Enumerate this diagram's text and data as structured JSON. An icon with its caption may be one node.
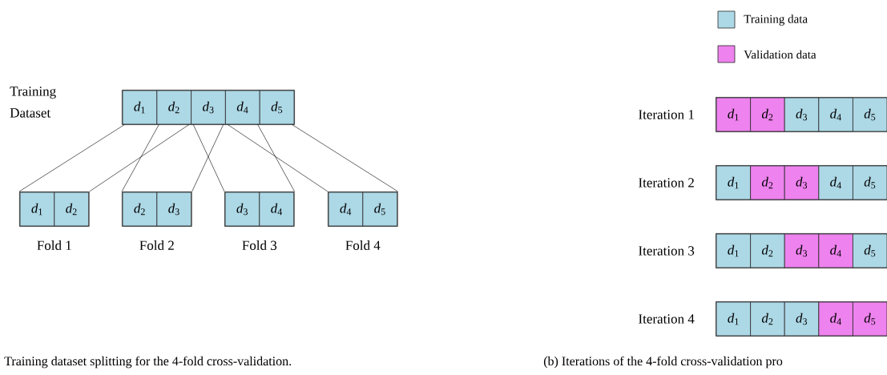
{
  "diagram": {
    "nodes": [
      {
        "text": [
          "Training Dataset"
        ]
      },
      {
        "text": [
          "*d*$_{1}$"
        ],
        "in": 0
      },
      {
        "text": [
          "*d*$_{2}$"
        ],
        "in": 0
      },
      {
        "text": [
          "*d*$_{3}$"
        ],
        "in": 0
      },
      {
        "text": [
          "*d*$_{4}$"
        ],
        "in": 0
      },
      {
        "text": [
          "*d*$_{5}$"
        ],
        "in": 0
      },
      {
        "text": [
          "Fold 1"
        ]
      },
      {
        "text": [
          "*d*$_{1}$"
        ],
        "in": 6
      },
      {
        "text": [
          "*d*$_{2}$"
        ],
        "in": 6
      },
      {
        "text": [
          "Fold 2"
        ]
      },
      {
        "text": [
          "*d*$_{2}$"
        ],
        "in": 9
      },
      {
        "text": [
          "*d*$_{3}$"
        ],
        "in": 9
      },
      {
        "text": [
          "Fold 3"
        ]
      },
      {
        "text": [
          "*d*$_{3}$"
        ],
        "in": 12
      },
      {
        "text": [
          "*d*$_{4}$"
        ],
        "in": 12
      },
      {
        "text": [
          "Fold 4"
        ]
      },
      {
        "text": [
          "*d*$_{4}$"
        ],
        "in": 15
      },
      {
        "text": [
          "*d*$_{5}$"
        ],
        "in": 15
      },
      {
        "text": [
          "Iteration 1"
        ]
      },
      {
        "text": [
          "*d*$_{1}$"
        ],
        "in": 18
      },
      {
        "text": [
          "*d*$_{2}$"
        ],
        "in": 18
      },
      {
        "text": [
          "*d*$_{3}$"
        ],
        "in": 18
      },
      {
        "text": [
          "*d*$_{4}$"
        ],
        "in": 18
      },
      {
        "text": [
          "*d*$_{5}$"
        ],
        "in": 18
      },
      {
        "text": [
          "Iteration 2"
        ]
      },
      {
        "text": [
          "*d*$_{1}$"
        ],
        "in": 24
      },
      {
        "text": [
          "*d*$_{2}$"
        ],
        "in": 24
      },
      {
        "text": [
          "*d*$_{3}$"
        ],
        "in": 24
      },
      {
        "text": [
          "*d*$_{4}$"
        ],
        "in": 24
      },
      {
        "text": [
          "*d*$_{5}$"
        ],
        "in": 24
      },
      {
        "text": [
          "Iteration 3"
        ]
      },
      {
        "text": [
          "*d*$_{1}$"
        ],
        "in": 30
      },
      {
        "text": [
          "*d*$_{2}$"
        ],
        "in": 30
      },
      {
        "text": [
          "*d*$_{3}$"
        ],
        "in": 30
      },
      {
        "text": [
          "*d*$_{4}$"
        ],
        "in": 30
      },
      {
        "text": [
          "*d*$_{5}$"
        ],
        "in": 30
      },
      {
        "text": [
          "Iteration 4"
        ]
      },
      {
        "text": [
          "*d*$_{1}$"
        ],
        "in": 36
      },
      {
        "text": [
          "*d*$_{2}$"
        ],
        "in": 36
      },
      {
        "text": [
          "*d*$_{3}$"
        ],
        "in": 36
      },
      {
        "text": [
          "*d*$_{4}$"
        ],
        "in": 36
      },
      {
        "text": [
          "*d*$_{5}$"
        ],
        "in": 36
      }
    ],
    "edges": [
      {
        "from": 1,
        "to": 6,
        "arrow": "none"
      },
      {
        "from": 2,
        "to": 6,
        "arrow": "none"
      },
      {
        "from": 2,
        "to": 9,
        "arrow": "none"
      },
      {
        "from": 3,
        "to": 9,
        "arrow": "none"
      },
      {
        "from": 3,
        "to": 12,
        "arrow": "none"
      },
      {
        "from": 4,
        "to": 12,
        "arrow": "none"
      },
      {
        "from": 4,
        "to": 15,
        "arrow": "none"
      },
      {
        "from": 5,
        "to": 15,
        "arrow": "none"
      }
    ],
    "labels": [
      "Training dataset splitting for the 4-fold cross-validation.",
      "(b) Iterations of the 4-fold cross-validation pro"
    ],
    "legend": [
      {
        "text": "Training data",
        "color": "#add8e6"
      },
      {
        "text": "Validation data",
        "color": "#ee82ee"
      }
    ]
  }
}
